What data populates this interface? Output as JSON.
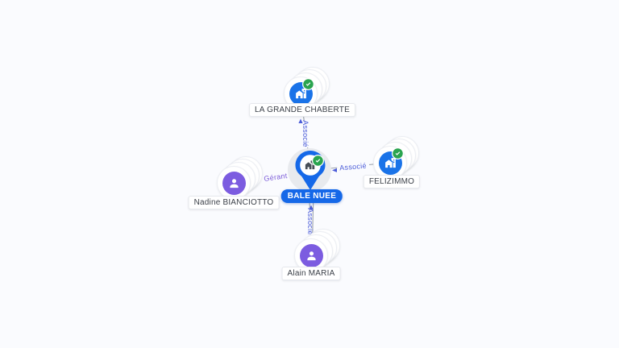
{
  "page": {
    "background": "#FAFBFE",
    "description": "Company relationship network graph"
  },
  "colors": {
    "company_blue": "#1A73E8",
    "person_purple": "#7C5CE0",
    "verified_green": "#2AA44F",
    "edge_line_gray": "#99A0AA",
    "associe_label_blue": "#4A5BD8",
    "gerant_label_purple": "#7B5BD8",
    "center_pill_blue": "#1568E8"
  },
  "graph": {
    "center_node": {
      "label": "BALE NUEE",
      "type": "company",
      "verified": true
    },
    "nodes": [
      {
        "label": "LA GRANDE CHABERTE",
        "type": "company",
        "verified": true,
        "position": "top"
      },
      {
        "label": "FELIZIMMO",
        "type": "company",
        "verified": true,
        "position": "right"
      },
      {
        "label": "Nadine BIANCIOTTO",
        "type": "person",
        "verified": false,
        "position": "left"
      },
      {
        "label": "Alain MARIA",
        "type": "person",
        "verified": false,
        "position": "bottom"
      }
    ],
    "edges": [
      {
        "between": [
          "BALE NUEE",
          "LA GRANDE CHABERTE"
        ],
        "label": "Associé",
        "lines": 1
      },
      {
        "between": [
          "FELIZIMMO",
          "BALE NUEE"
        ],
        "label": "Associé",
        "lines": 1
      },
      {
        "between": [
          "Nadine BIANCIOTTO",
          "BALE NUEE"
        ],
        "label": "Gérant",
        "lines": 1
      },
      {
        "between": [
          "Alain MARIA",
          "BALE NUEE"
        ],
        "label": "Associé",
        "lines": 2
      }
    ]
  }
}
